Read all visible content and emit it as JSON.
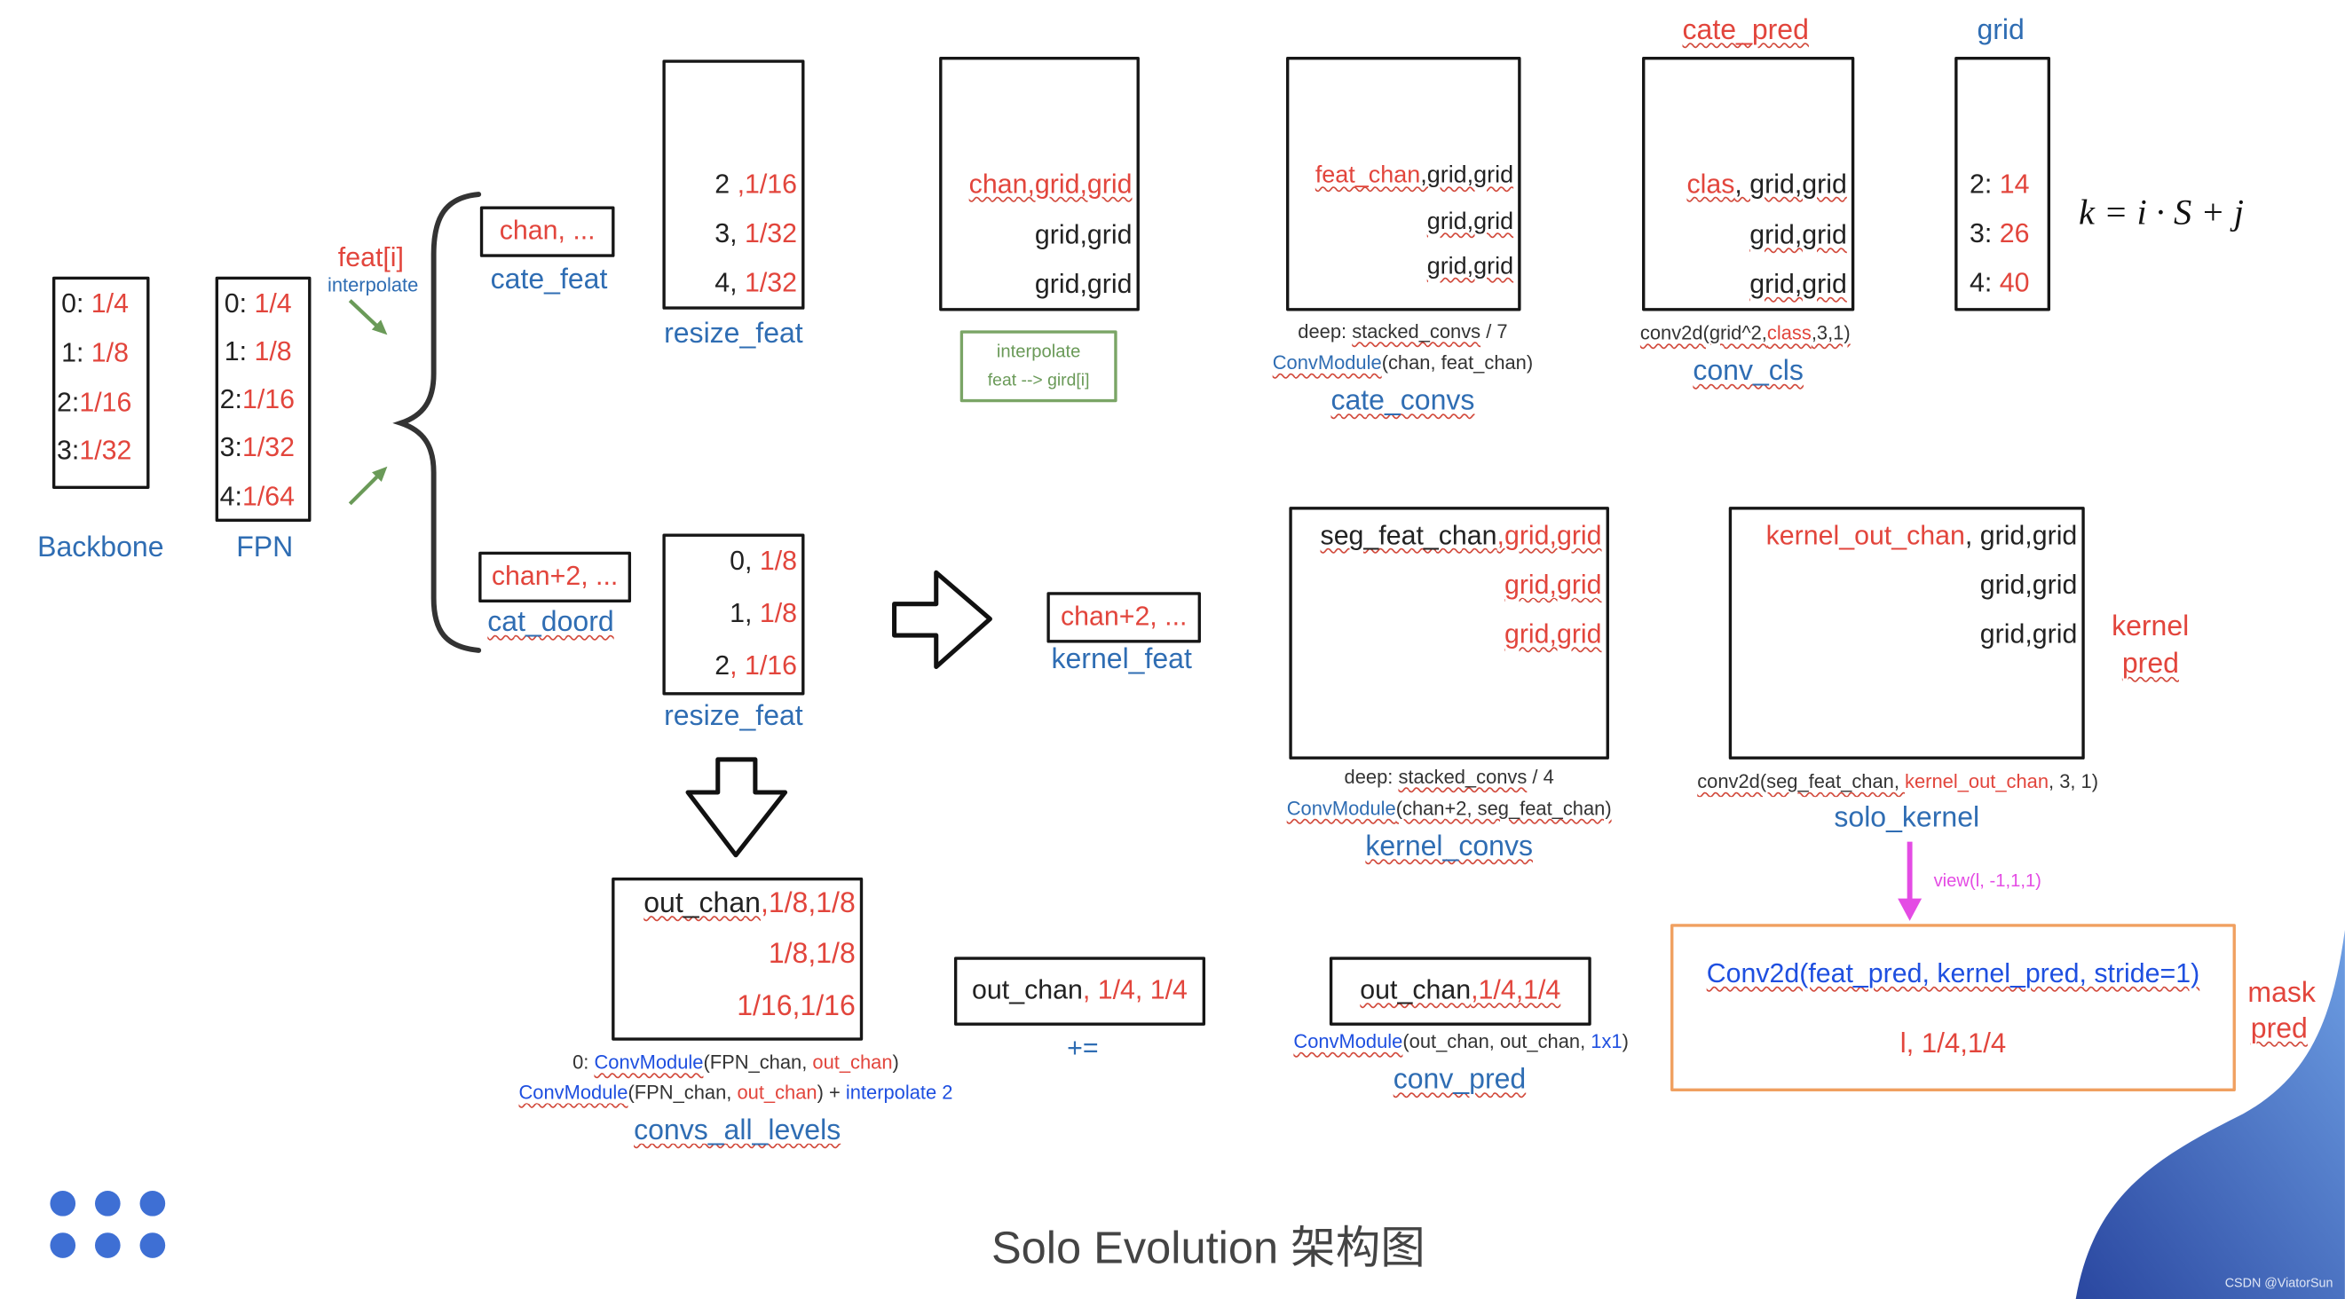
{
  "backbone": {
    "label": "Backbone",
    "rows": [
      [
        "0: ",
        "1/4"
      ],
      [
        "1: ",
        "1/8"
      ],
      [
        "2:",
        "1/16"
      ],
      [
        "3:",
        "1/32"
      ]
    ]
  },
  "fpn": {
    "label": "FPN",
    "rows": [
      [
        "0: ",
        "1/4"
      ],
      [
        "1: ",
        "1/8"
      ],
      [
        "2:",
        "1/16"
      ],
      [
        "3:",
        "1/32"
      ],
      [
        "4:",
        "1/64"
      ]
    ]
  },
  "feat_select": {
    "feat": "feat[i]",
    "interpolate": "interpolate"
  },
  "cate_feat": {
    "value": "chan, ...",
    "label": "cate_feat"
  },
  "cat_doord": {
    "value": "chan+2, ...",
    "label": "cat_doord"
  },
  "resize_feat_cate": {
    "label": "resize_feat",
    "rows": [
      [
        "2 ",
        ",1/16"
      ],
      [
        "3, ",
        "1/32"
      ],
      [
        "4, ",
        "1/32"
      ]
    ]
  },
  "resize_feat_kernel": {
    "label": "resize_feat",
    "rows": [
      [
        "0, ",
        "1/8"
      ],
      [
        "1, ",
        "1/8"
      ],
      [
        "2",
        ", 1/16"
      ]
    ]
  },
  "grid_interp": {
    "row1": "chan,grid,grid",
    "row2": "grid,grid",
    "row3": "grid,grid",
    "note_title": "interpolate",
    "note_text": "feat --> gird[i]"
  },
  "cate_convs": {
    "row1": {
      "a": "feat_chan",
      "b": ",grid,grid"
    },
    "row2": "grid,grid",
    "row3": "grid,grid",
    "deep": {
      "a": "deep: ",
      "b": "stacked_convs",
      "c": " / 7"
    },
    "module": {
      "a": "ConvModule",
      "b": "(chan, feat_chan)"
    },
    "label": "cate_convs"
  },
  "conv_cls": {
    "title": "cate_pred",
    "row1": {
      "a": "clas",
      "b": ", grid,grid"
    },
    "row2": "grid,grid",
    "row3": "grid,grid",
    "conv": {
      "a": "conv2d(grid^2,",
      "b": "class",
      "c": ",3,1)"
    },
    "label": "conv_cls"
  },
  "grid": {
    "title": "grid",
    "rows": [
      [
        "2: ",
        "14"
      ],
      [
        "3: ",
        "26"
      ],
      [
        "4: ",
        "40"
      ]
    ]
  },
  "formula": "k = i · S + j",
  "kernel_feat": {
    "value": "chan+2, ...",
    "label": "kernel_feat"
  },
  "kernel_convs": {
    "row1": {
      "a": "seg_feat_chan",
      "b": ",grid,grid"
    },
    "row2": "grid,grid",
    "row3": "grid,grid",
    "deep": {
      "a": "deep: ",
      "b": "stacked_convs",
      "c": " / 4"
    },
    "module": {
      "a": "ConvModule",
      "b": "(chan+2, seg_feat_chan)"
    },
    "label": "kernel_convs"
  },
  "solo_kernel": {
    "row1": {
      "a": "kernel_out_chan",
      "b": ", grid,grid"
    },
    "row2": "grid,grid",
    "row3": "grid,grid",
    "conv": {
      "a": "conv2d(seg_feat_chan, ",
      "b": "kernel_out_chan",
      "c": ", 3, 1)"
    },
    "label": "solo_kernel",
    "side_1": "kernel",
    "side_2": "pred"
  },
  "view_note": "view(l, -1,1,1)",
  "mask_pred": {
    "line1": "Conv2d(feat_pred, kernel_pred, stride=1)",
    "line2": "l, 1/4,1/4",
    "side_1": "mask",
    "side_2": "pred"
  },
  "convs_all_levels": {
    "row1": {
      "a": "out_chan",
      "b": ",1/8,1/8"
    },
    "row2": "1/8,1/8",
    "row3": "1/16,1/16",
    "note1": {
      "a": "0: ",
      "b": "ConvModule",
      "c": "(FPN_chan, ",
      "d": "out_chan",
      "e": ")"
    },
    "note2": {
      "a": "ConvModule",
      "b": "(FPN_chan, ",
      "c": "out_chan",
      "d": ") + ",
      "e": "interpolate 2"
    },
    "label": "convs_all_levels"
  },
  "feature_sum": {
    "a": "out_chan",
    "b": ", 1/4, 1/4",
    "op": "+="
  },
  "conv_pred": {
    "a": "out_chan",
    "b": ",1/4,1/4",
    "note": {
      "a": "ConvModule",
      "b": "(out_chan, out_chan, ",
      "c": "1x1",
      "d": ")"
    },
    "label": "conv_pred"
  },
  "title": "Solo Evolution 架构图",
  "watermark": "CSDN @ViatorSun",
  "colors": {
    "red": "#e2453c",
    "blue": "#2f6db3",
    "dark_blue": "#1e4fe0",
    "green": "#6a9a58",
    "magenta": "#e44ce4",
    "orange": "#f0a060",
    "wave": "#3458b4",
    "dot": "#3e6fd4"
  }
}
